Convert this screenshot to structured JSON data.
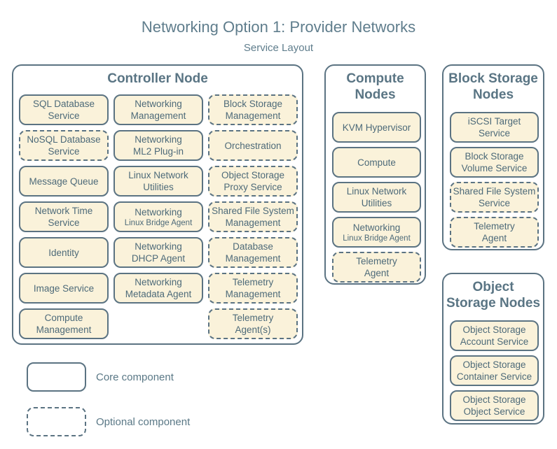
{
  "title": "Networking Option 1: Provider Networks",
  "subtitle": "Service Layout",
  "colors": {
    "box_fill": "#faf2da",
    "line_and_border": "#5b7382",
    "box_text": "#4d6a79",
    "title_text": "#5f7d8c"
  },
  "legend": {
    "core_label": "Core component",
    "optional_label": "Optional component"
  },
  "groups": [
    {
      "id": "controller",
      "title_lines": [
        "Controller Node"
      ],
      "border": "solid",
      "items": [
        {
          "lines": [
            "SQL Database",
            "Service"
          ],
          "style": "solid",
          "col": 1,
          "row": 1
        },
        {
          "lines": [
            "Networking",
            "Management"
          ],
          "style": "solid",
          "col": 2,
          "row": 1
        },
        {
          "lines": [
            "Block Storage",
            "Management"
          ],
          "style": "dashed",
          "col": 3,
          "row": 1
        },
        {
          "lines": [
            "NoSQL Database",
            "Service"
          ],
          "style": "dashed",
          "col": 1,
          "row": 2
        },
        {
          "lines": [
            "Networking",
            "ML2 Plug-in"
          ],
          "style": "solid",
          "col": 2,
          "row": 2
        },
        {
          "lines": [
            "Orchestration"
          ],
          "style": "dashed",
          "col": 3,
          "row": 2
        },
        {
          "lines": [
            "Message Queue"
          ],
          "style": "solid",
          "col": 1,
          "row": 3
        },
        {
          "lines": [
            "Linux Network",
            "Utilities"
          ],
          "style": "solid",
          "col": 2,
          "row": 3
        },
        {
          "lines": [
            "Object Storage",
            "Proxy Service"
          ],
          "style": "dashed",
          "col": 3,
          "row": 3
        },
        {
          "lines": [
            "Network Time",
            "Service"
          ],
          "style": "solid",
          "col": 1,
          "row": 4
        },
        {
          "lines": [
            "Networking"
          ],
          "small_line": "Linux Bridge Agent",
          "style": "solid",
          "col": 2,
          "row": 4
        },
        {
          "lines": [
            "Shared File System",
            "Management"
          ],
          "style": "dashed",
          "col": 3,
          "row": 4
        },
        {
          "lines": [
            "Identity"
          ],
          "style": "solid",
          "col": 1,
          "row": 5
        },
        {
          "lines": [
            "Networking",
            "DHCP Agent"
          ],
          "style": "solid",
          "col": 2,
          "row": 5
        },
        {
          "lines": [
            "Database",
            "Management"
          ],
          "style": "dashed",
          "col": 3,
          "row": 5
        },
        {
          "lines": [
            "Image Service"
          ],
          "style": "solid",
          "col": 1,
          "row": 6
        },
        {
          "lines": [
            "Networking",
            "Metadata Agent"
          ],
          "style": "solid",
          "col": 2,
          "row": 6
        },
        {
          "lines": [
            "Telemetry",
            "Management"
          ],
          "style": "dashed",
          "col": 3,
          "row": 6
        },
        {
          "lines": [
            "Compute",
            "Management"
          ],
          "style": "solid",
          "col": 1,
          "row": 7
        },
        {
          "lines": [
            "Telemetry",
            "Agent(s)"
          ],
          "style": "dashed",
          "col": 3,
          "row": 7
        }
      ]
    },
    {
      "id": "compute",
      "title_lines": [
        "Compute",
        "Nodes"
      ],
      "border": "solid",
      "items": [
        {
          "lines": [
            "KVM Hypervisor"
          ],
          "style": "solid"
        },
        {
          "lines": [
            "Compute"
          ],
          "style": "solid"
        },
        {
          "lines": [
            "Linux Network",
            "Utilities"
          ],
          "style": "solid"
        },
        {
          "lines": [
            "Networking"
          ],
          "small_line": "Linux Bridge Agent",
          "style": "solid"
        },
        {
          "lines": [
            "Telemetry",
            "Agent"
          ],
          "style": "dashed"
        }
      ]
    },
    {
      "id": "block",
      "title_lines": [
        "Block Storage",
        "Nodes"
      ],
      "border": "dashed",
      "items": [
        {
          "lines": [
            "iSCSI Target",
            "Service"
          ],
          "style": "solid"
        },
        {
          "lines": [
            "Block Storage",
            "Volume Service"
          ],
          "style": "solid"
        },
        {
          "lines": [
            "Shared File System",
            "Service"
          ],
          "style": "dashed"
        },
        {
          "lines": [
            "Telemetry",
            "Agent"
          ],
          "style": "dashed"
        }
      ]
    },
    {
      "id": "object",
      "title_lines": [
        "Object",
        "Storage Nodes"
      ],
      "border": "dashed",
      "items": [
        {
          "lines": [
            "Object Storage",
            "Account Service"
          ],
          "style": "solid"
        },
        {
          "lines": [
            "Object Storage",
            "Container Service"
          ],
          "style": "solid"
        },
        {
          "lines": [
            "Object Storage",
            "Object Service"
          ],
          "style": "solid"
        }
      ]
    }
  ]
}
